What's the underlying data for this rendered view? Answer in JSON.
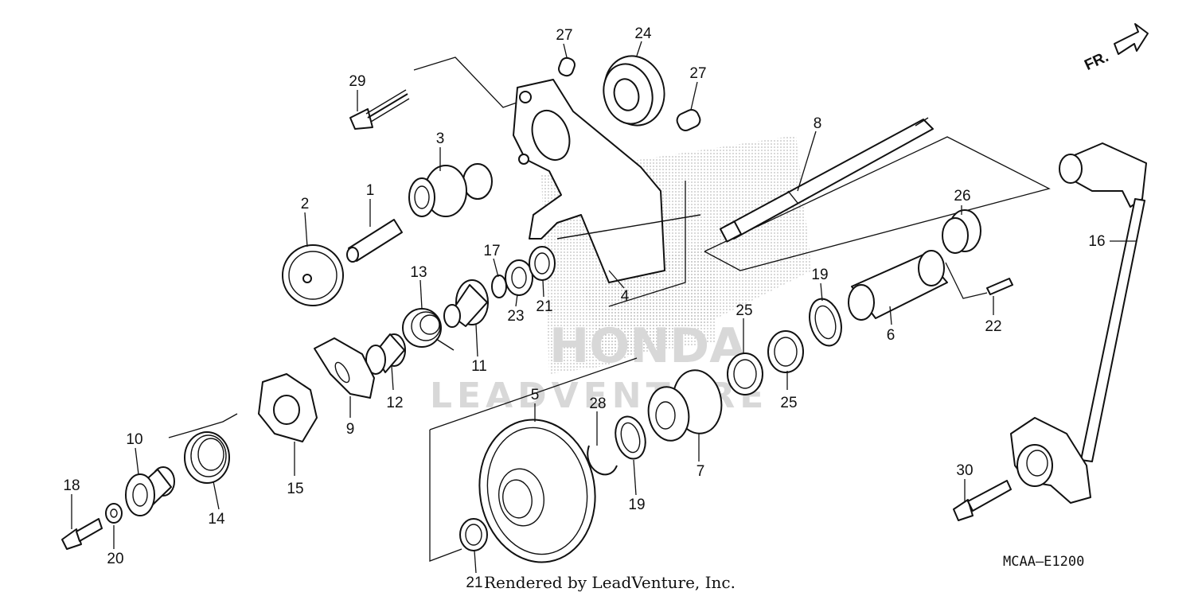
{
  "diagram": {
    "code": "MCAA–E1200",
    "render_credit": "Rendered by LeadVenture, Inc.",
    "watermark_brand": "HONDA",
    "watermark_dealer": "LEADVENTURE",
    "direction_label": "FR.",
    "callouts": {
      "c1": "1",
      "c2": "2",
      "c3": "3",
      "c4": "4",
      "c5": "5",
      "c6": "6",
      "c7": "7",
      "c8": "8",
      "c9": "9",
      "c10": "10",
      "c11": "11",
      "c12": "12",
      "c13": "13",
      "c14": "14",
      "c15": "15",
      "c16": "16",
      "c17": "17",
      "c18": "18",
      "c19a": "19",
      "c19b": "19",
      "c20": "20",
      "c21a": "21",
      "c21b": "21",
      "c22": "22",
      "c23": "23",
      "c24": "24",
      "c25a": "25",
      "c25b": "25",
      "c26": "26",
      "c27a": "27",
      "c27b": "27",
      "c28": "28",
      "c29": "29",
      "c30": "30"
    }
  }
}
